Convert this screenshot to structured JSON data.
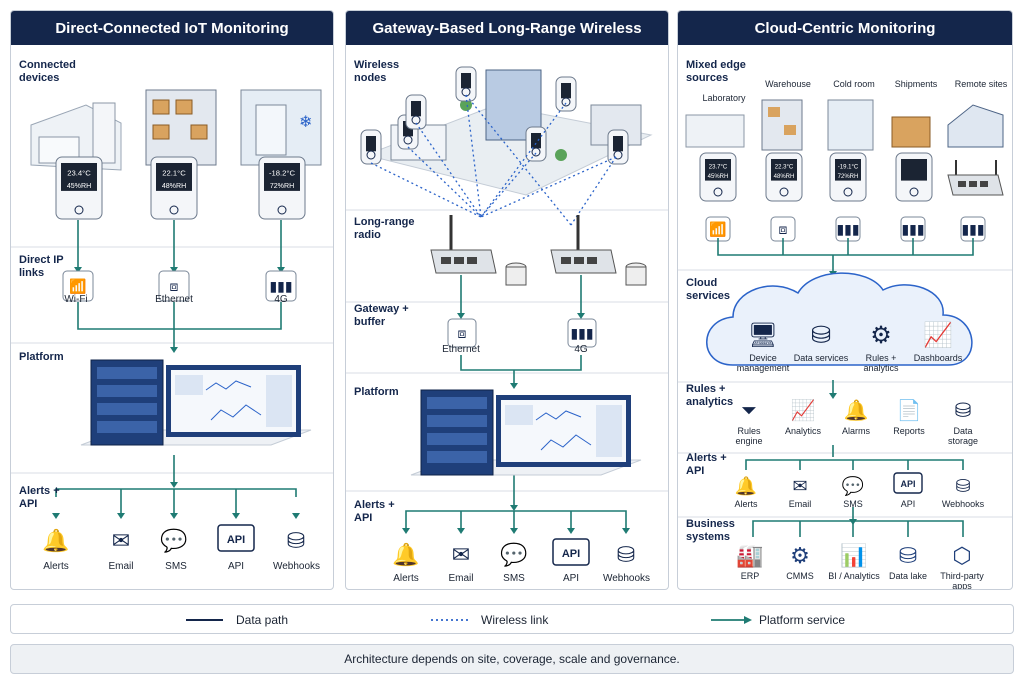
{
  "colors": {
    "navy": "#14264b",
    "teal": "#1f7b73",
    "blue": "#2b63c9",
    "gray": "#c7ced8"
  },
  "panels": [
    {
      "title": "Direct-Connected IoT Monitoring",
      "sections": {
        "devices": "Connected devices",
        "links": "Direct IP links",
        "platform": "Platform",
        "alerts": "Alerts + API"
      },
      "sensors": [
        "23.4°C 45%RH",
        "22.1°C 48%RH",
        "-18.2°C 72%RH"
      ],
      "links": [
        "Wi-Fi",
        "Ethernet",
        "4G"
      ],
      "outputs": [
        "Alerts",
        "Email",
        "SMS",
        "API",
        "Webhooks"
      ]
    },
    {
      "title": "Gateway-Based Long-Range Wireless",
      "sections": {
        "nodes": "Wireless nodes",
        "radio": "Long-range radio",
        "gateway": "Gateway + buffer",
        "platform": "Platform",
        "alerts": "Alerts + API"
      },
      "gateway_links": [
        "Ethernet",
        "4G"
      ],
      "outputs": [
        "Alerts",
        "Email",
        "SMS",
        "API",
        "Webhooks"
      ]
    },
    {
      "title": "Cloud-Centric Monitoring",
      "sections": {
        "sources": "Mixed edge sources",
        "cloud": "Cloud services",
        "rules": "Rules + analytics",
        "alerts": "Alerts + API",
        "business": "Business systems"
      },
      "sources": [
        "Laboratory",
        "Warehouse",
        "Cold room",
        "Shipments",
        "Remote sites"
      ],
      "source_sensors": [
        "23.7°C 45%RH",
        "22.3°C 48%RH",
        "-19.1°C 72%RH"
      ],
      "cloud_items": [
        "Device management",
        "Data services",
        "Rules + analytics",
        "Dashboards"
      ],
      "rules_items": [
        "Rules engine",
        "Analytics",
        "Alarms",
        "Reports",
        "Data storage"
      ],
      "outputs": [
        "Alerts",
        "Email",
        "SMS",
        "API",
        "Webhooks"
      ],
      "business_items": [
        "ERP",
        "CMMS",
        "BI / Analytics",
        "Data lake",
        "Third-party apps"
      ]
    }
  ],
  "legend": {
    "data_path": "Data path",
    "wireless": "Wireless link",
    "platform": "Platform service"
  },
  "footer": "Architecture depends on site, coverage, scale and governance."
}
